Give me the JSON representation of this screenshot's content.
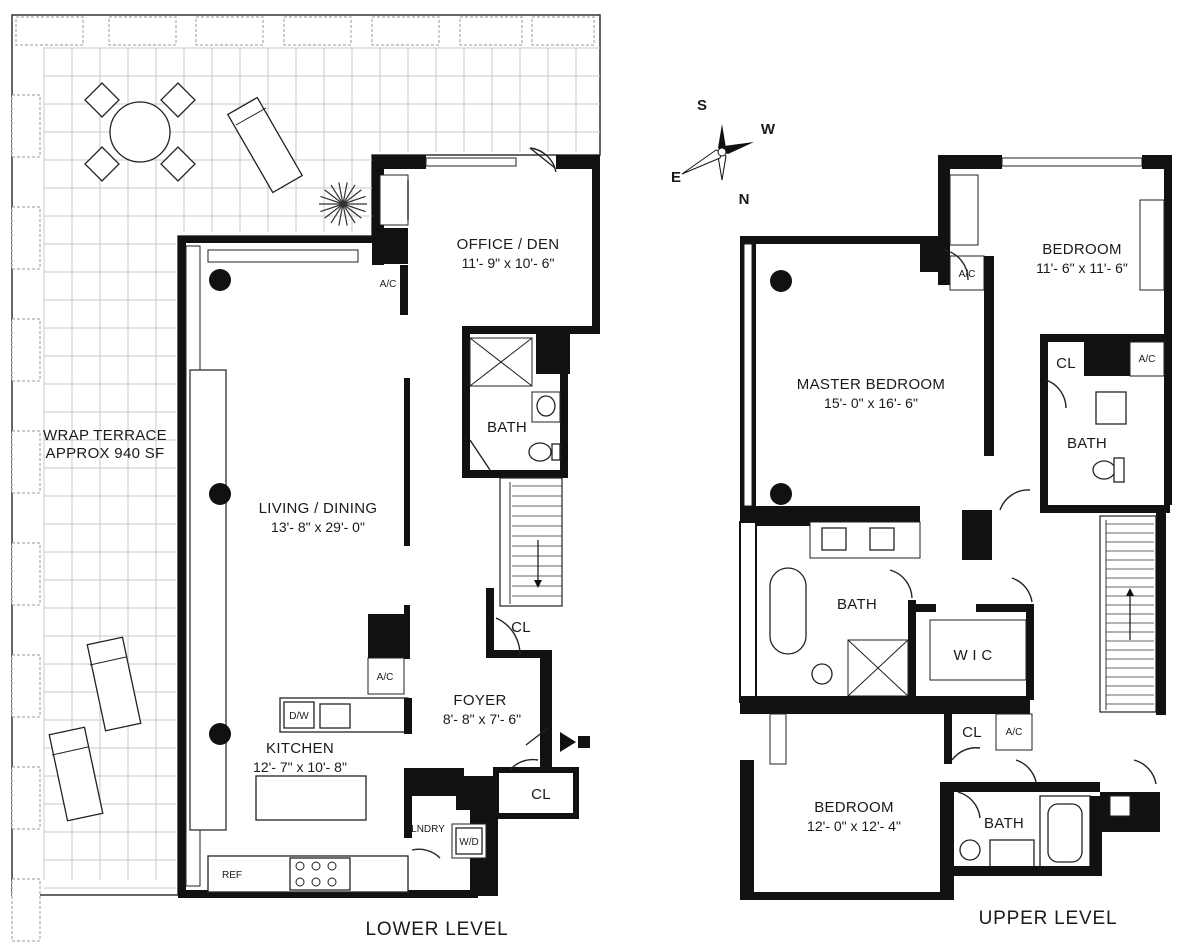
{
  "lower_level": {
    "level_label": "LOWER LEVEL",
    "terrace": {
      "name": "WRAP TERRACE",
      "area": "APPROX 940 SF"
    },
    "rooms": [
      {
        "key": "office",
        "name": "OFFICE / DEN",
        "dims": "11'- 9\" x 10'- 6\""
      },
      {
        "key": "living",
        "name": "LIVING / DINING",
        "dims": "13'- 8\" x 29'- 0\""
      },
      {
        "key": "kitchen",
        "name": "KITCHEN",
        "dims": "12'- 7\" x 10'- 8\""
      },
      {
        "key": "foyer",
        "name": "FOYER",
        "dims": "8'- 8\" x 7'- 6\""
      },
      {
        "key": "bath",
        "name": "BATH",
        "dims": ""
      },
      {
        "key": "cl1",
        "name": "CL",
        "dims": ""
      },
      {
        "key": "cl2",
        "name": "CL",
        "dims": ""
      }
    ],
    "fixture_labels": {
      "ac1": "A/C",
      "ac2": "A/C",
      "dw": "D/W",
      "ref": "REF",
      "lndry": "LNDRY",
      "wd": "W/D"
    }
  },
  "upper_level": {
    "level_label": "UPPER LEVEL",
    "rooms": [
      {
        "key": "bedroom1",
        "name": "BEDROOM",
        "dims": "11'- 6\" x 11'- 6\""
      },
      {
        "key": "master",
        "name": "MASTER BEDROOM",
        "dims": "15'- 0\" x 16'- 6\""
      },
      {
        "key": "masterbath",
        "name": "BATH",
        "dims": ""
      },
      {
        "key": "wic",
        "name": "W I C",
        "dims": ""
      },
      {
        "key": "bath2",
        "name": "BATH",
        "dims": ""
      },
      {
        "key": "bedroom2",
        "name": "BEDROOM",
        "dims": "12'- 0\" x 12'- 4\""
      },
      {
        "key": "bath3",
        "name": "BATH",
        "dims": ""
      },
      {
        "key": "cl3",
        "name": "CL",
        "dims": ""
      },
      {
        "key": "cl4",
        "name": "CL",
        "dims": ""
      }
    ],
    "fixture_labels": {
      "ac3": "A/C",
      "ac4": "A/C",
      "ac5": "A/C"
    }
  },
  "compass": {
    "s": "S",
    "w": "W",
    "e": "E",
    "n": "N"
  }
}
